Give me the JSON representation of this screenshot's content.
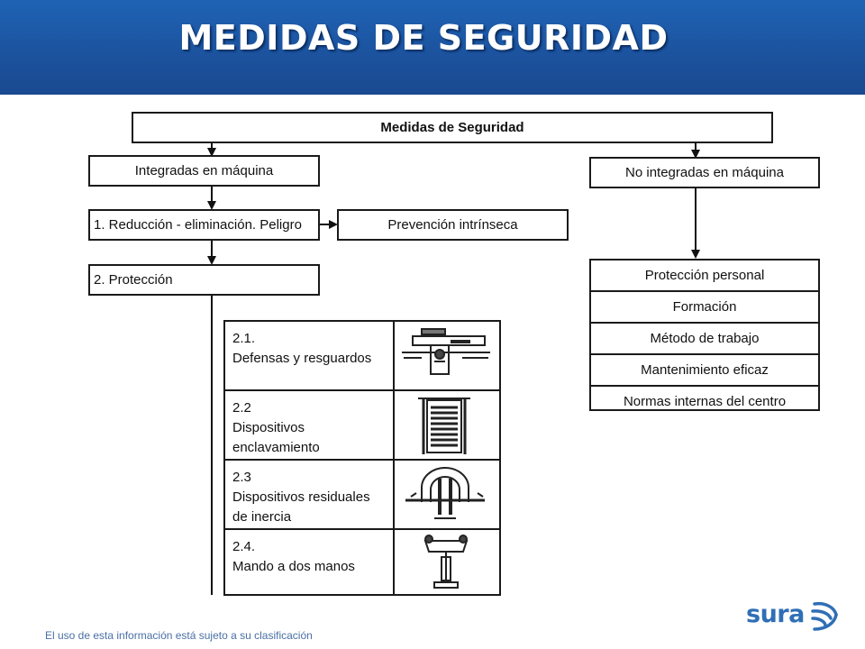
{
  "header": {
    "title": "MEDIDAS DE SEGURIDAD"
  },
  "diagram": {
    "root": "Medidas de Seguridad",
    "left_branch": "Integradas en máquina",
    "right_branch": "No integradas en máquina",
    "step1": "1. Reducción - eliminación. Peligro",
    "prevention": "Prevención intrínseca",
    "step2": "2. Protección",
    "protection_items": [
      {
        "label": "2.1.\nDefensas y resguardos",
        "image": "guard-illustration"
      },
      {
        "label": "2.2\nDispositivos\nenclavamiento",
        "image": "interlock-illustration"
      },
      {
        "label": "2.3\nDispositivos residuales\nde inercia",
        "image": "inertia-device-illustration"
      },
      {
        "label": "2.4.\nMando a dos manos",
        "image": "two-hand-control-illustration"
      }
    ],
    "non_integrated_items": [
      "Protección personal",
      "Formación",
      "Método de trabajo",
      "Mantenimiento eficaz",
      "Normas internas del centro"
    ]
  },
  "footer": {
    "note": "El uso de esta información está sujeto a su clasificación",
    "logo_text": "sura"
  },
  "colors": {
    "header_blue": "#1b4f99",
    "logo_blue": "#2f6fb6"
  }
}
